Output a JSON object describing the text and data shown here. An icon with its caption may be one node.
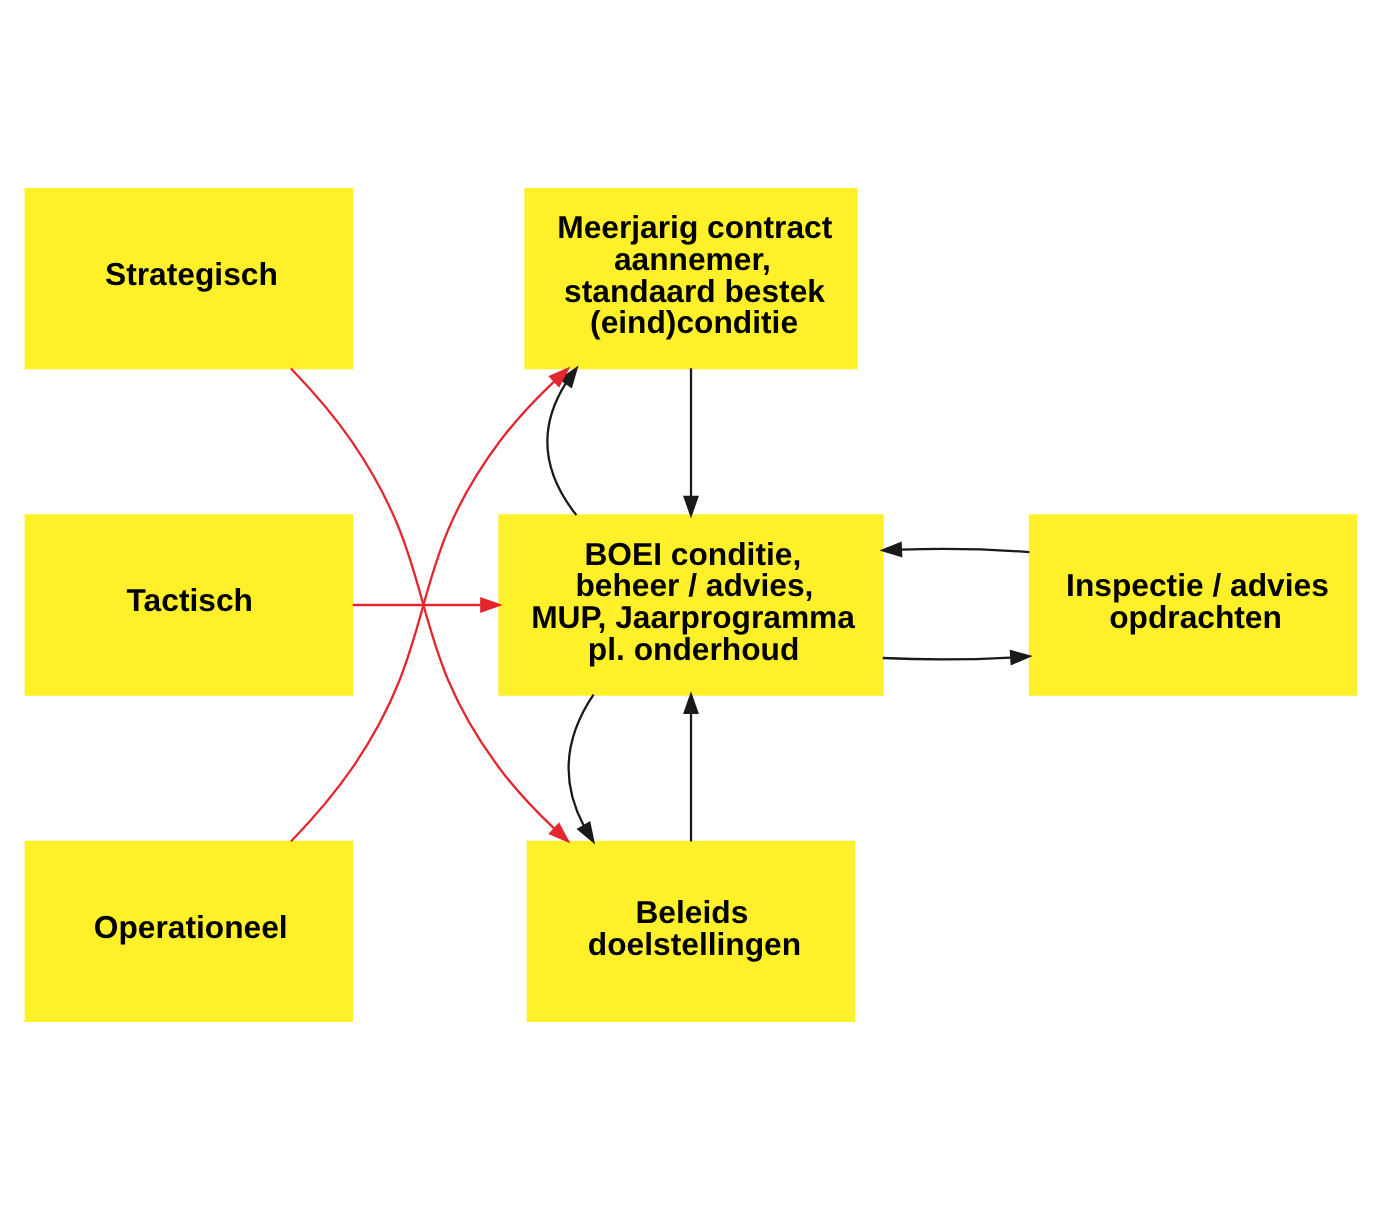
{
  "diagram": {
    "nodes": [
      {
        "text": [
          "Strategisch"
        ]
      },
      {
        "text": [
          "Beleids doelstellingen"
        ]
      },
      {
        "text": [
          "Tactisch"
        ]
      },
      {
        "text": [
          "BOEI conditie, beheer / advies, MUP, Jaarprogramma pl. onderhoud"
        ]
      },
      {
        "text": [
          "Inspectie / advies opdrachten"
        ]
      },
      {
        "text": [
          "Operationeel"
        ]
      },
      {
        "text": [
          "Meerjarig contract aannemer, standaard bestek (eind)conditie"
        ]
      }
    ],
    "edges": [
      {
        "from": 0,
        "to": 1,
        "arrow": "to",
        "color": "#e3262d"
      },
      {
        "from": 1,
        "to": 3,
        "arrow": "to"
      },
      {
        "from": 3,
        "to": 1,
        "arrow": "to"
      },
      {
        "from": 2,
        "to": 3,
        "arrow": "to",
        "color": "#e3262d"
      },
      {
        "from": 3,
        "to": 4,
        "arrow": "to"
      },
      {
        "from": 4,
        "to": 3,
        "arrow": "to"
      },
      {
        "from": 5,
        "to": 6,
        "arrow": "to",
        "color": "#e3262d"
      },
      {
        "from": 6,
        "to": 3,
        "arrow": "to"
      },
      {
        "from": 3,
        "to": 6,
        "arrow": "to"
      }
    ]
  }
}
